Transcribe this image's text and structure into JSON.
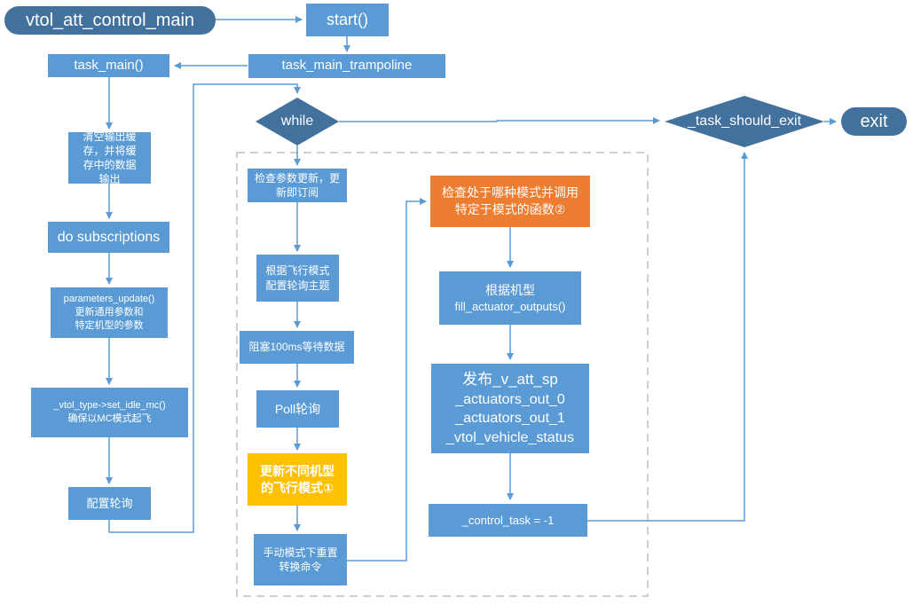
{
  "nodes": {
    "vtol_main": "vtol_att_control_main",
    "start": "start()",
    "trampoline": "task_main_trampoline",
    "task_main": "task_main()",
    "while": "while",
    "should_exit": "_task_should_exit",
    "exit": "exit",
    "clear_output": "清空输出缓存，并将缓存中的数据输出",
    "subscriptions": "do subscriptions",
    "param_update_1": "parameters_update()",
    "param_update_2": "更新通用参数和",
    "param_update_3": "特定机型的参数",
    "idle_mc_1": "_vtol_type->set_idle_mc()",
    "idle_mc_2": "确保以MC模式起飞",
    "config_poll": "配置轮询",
    "check_params": "检查参数更新，更新即订阅",
    "config_topics": "根据飞行模式配置轮询主题",
    "block_wait": "阻塞100ms等待数据",
    "poll": "Poll轮询",
    "update_modes": "更新不同机型的飞行模式①",
    "manual_reset": "手动模式下重置转换命令",
    "check_mode": "检查处于哪种模式并调用特定于模式的函数②",
    "fill_1": "根据机型",
    "fill_2": "fill_actuator_outputs()",
    "publish_1": "发布_v_att_sp",
    "publish_2": "_actuators_out_0",
    "publish_3": "_actuators_out_1",
    "publish_4": "_vtol_vehicle_status",
    "control_task": "_control_task = -1"
  },
  "colors": {
    "box": "#5b9bd5",
    "dark": "#41719c",
    "highlight_yellow": "#ffc000",
    "highlight_orange": "#ed7d31",
    "arrow": "#5b9bd5",
    "dashed_border": "#bfbfbf"
  }
}
